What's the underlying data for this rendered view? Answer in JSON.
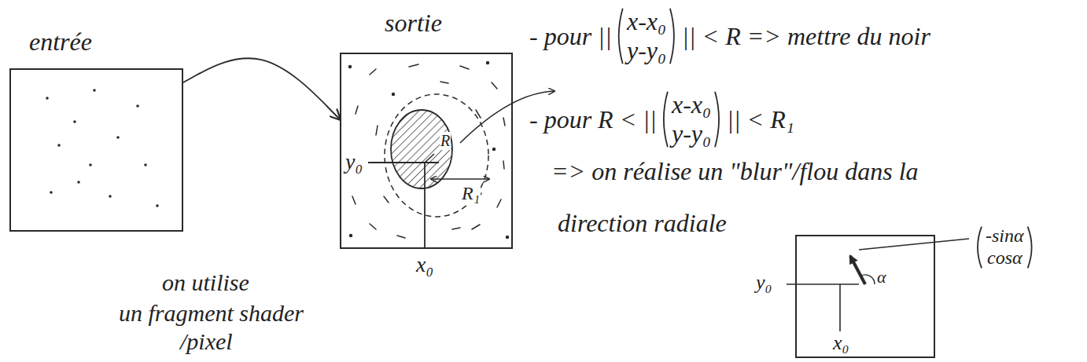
{
  "diagram": {
    "nodes": [
      {
        "text": [
          "entrée"
        ]
      },
      {
        "text": [
          "sortie"
        ]
      }
    ],
    "edges": [
      {
        "from": 0,
        "to": 1,
        "arrow": "to"
      }
    ],
    "labels": [
      "y₀",
      "x₀",
      "R",
      "R₁",
      "on utilise",
      "un fragment shader",
      "/pixel",
      "- pour ||",
      "x-x₀",
      "y-y₀",
      "|| < R => mettre du noir",
      "- pour R < ||",
      "x-x₀",
      "y-y₀",
      "|| < R₁",
      "=> on réalise un \"blur\"/flou dans la",
      "direction radiale",
      "y₀",
      "x₀",
      "α",
      "-sinα",
      "cosα"
    ]
  }
}
